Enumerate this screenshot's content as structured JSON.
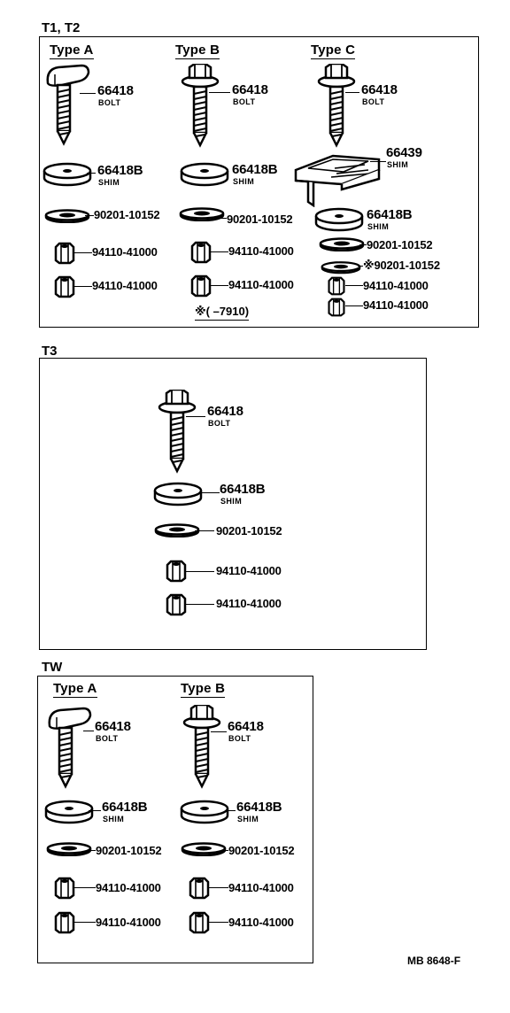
{
  "sections": {
    "t1t2": {
      "title": "T1, T2",
      "type_a": {
        "label": "Type A",
        "bolt_num": "66418",
        "bolt_name": "BOLT",
        "shim_num": "66418B",
        "shim_name": "SHIM",
        "washer_num": "90201-10152",
        "nut1_num": "94110-41000",
        "nut2_num": "94110-41000"
      },
      "type_b": {
        "label": "Type B",
        "bolt_num": "66418",
        "bolt_name": "BOLT",
        "shim_num": "66418B",
        "shim_name": "SHIM",
        "washer_num": "90201-10152",
        "nut1_num": "94110-41000",
        "nut2_num": "94110-41000"
      },
      "type_c": {
        "label": "Type C",
        "bolt_num": "66418",
        "bolt_name": "BOLT",
        "shim2_num": "66439",
        "shim2_name": "SHIM",
        "shim_num": "66418B",
        "shim_name": "SHIM",
        "washer1_num": "90201-10152",
        "washer2_num": "※90201-10152",
        "nut1_num": "94110-41000",
        "nut2_num": "94110-41000"
      },
      "note": "※(      –7910)"
    },
    "t3": {
      "title": "T3",
      "bolt_num": "66418",
      "bolt_name": "BOLT",
      "shim_num": "66418B",
      "shim_name": "SHIM",
      "washer_num": "90201-10152",
      "nut1_num": "94110-41000",
      "nut2_num": "94110-41000"
    },
    "tw": {
      "title": "TW",
      "type_a": {
        "label": "Type A",
        "bolt_num": "66418",
        "bolt_name": "BOLT",
        "shim_num": "66418B",
        "shim_name": "SHIM",
        "washer_num": "90201-10152",
        "nut1_num": "94110-41000",
        "nut2_num": "94110-41000"
      },
      "type_b": {
        "label": "Type B",
        "bolt_num": "66418",
        "bolt_name": "BOLT",
        "shim_num": "66418B",
        "shim_name": "SHIM",
        "washer_num": "90201-10152",
        "nut1_num": "94110-41000",
        "nut2_num": "94110-41000"
      }
    }
  },
  "footer": "MB  8648-F"
}
